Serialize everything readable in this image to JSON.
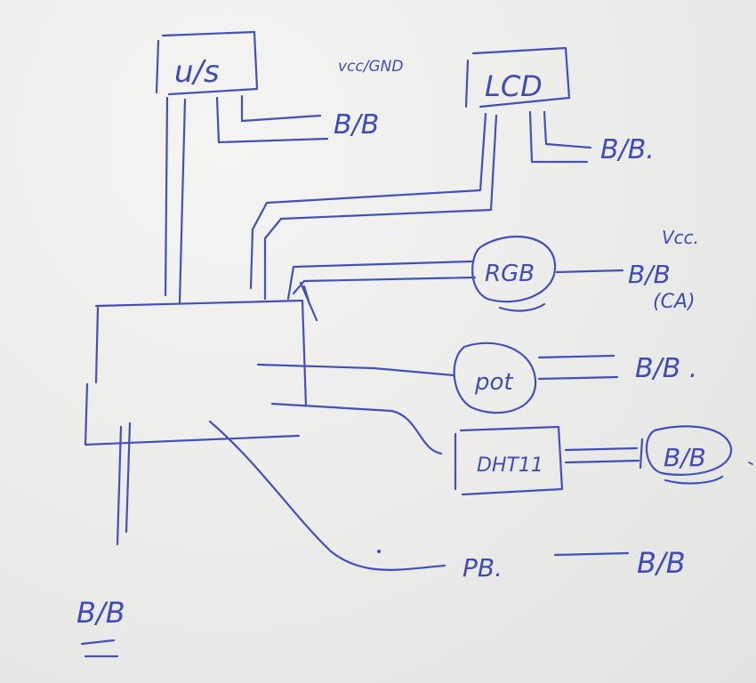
{
  "components": {
    "ultrasonic": "u/s",
    "lcd": "LCD",
    "rgb": "RGB",
    "pot": "pot",
    "dht": "DHT11",
    "pushbutton": "PB."
  },
  "notes": {
    "us_power": "vcc/GND",
    "us_bb": "B/B",
    "lcd_bb": "B/B.",
    "rgb_vcc": "Vcc.",
    "rgb_bb": "B/B",
    "rgb_ca": "(CA)",
    "pot_bb": "B/B .",
    "dht_bb": "B/B",
    "pb_bb": "B/B",
    "mcu_bb": "B/B"
  },
  "colors": {
    "ink": "#4250b8",
    "paper": "#ededec"
  }
}
